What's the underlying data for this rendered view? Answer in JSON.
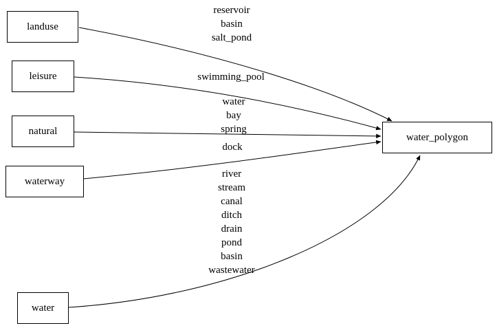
{
  "diagram": {
    "type": "graph",
    "background_color": "#ffffff",
    "stroke_color": "#000000",
    "nodes": [
      {
        "id": "landuse",
        "label": "landuse"
      },
      {
        "id": "leisure",
        "label": "leisure"
      },
      {
        "id": "natural",
        "label": "natural"
      },
      {
        "id": "waterway",
        "label": "waterway"
      },
      {
        "id": "water",
        "label": "water"
      },
      {
        "id": "water_polygon",
        "label": "water_polygon"
      }
    ],
    "edges": [
      {
        "from": "landuse",
        "to": "water_polygon",
        "label": "reservoir\nbasin\nsalt_pond"
      },
      {
        "from": "leisure",
        "to": "water_polygon",
        "label": "swimming_pool"
      },
      {
        "from": "natural",
        "to": "water_polygon",
        "label": "water\nbay\nspring"
      },
      {
        "from": "waterway",
        "to": "water_polygon",
        "label": "dock"
      },
      {
        "from": "water",
        "to": "water_polygon",
        "label": "river\nstream\ncanal\nditch\ndrain\npond\nbasin\nwastewater"
      }
    ]
  }
}
